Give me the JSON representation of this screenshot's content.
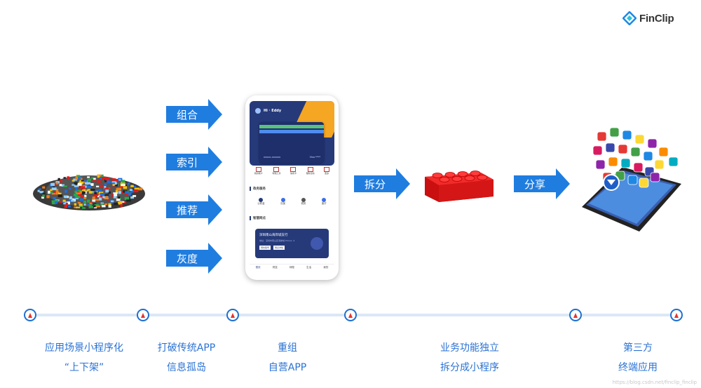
{
  "brand": {
    "name": "FinClip"
  },
  "left_arrows": [
    "组合",
    "索引",
    "推荐",
    "灰度"
  ],
  "split_arrow": "拆分",
  "share_arrow": "分享",
  "captions": [
    {
      "line1": "应用场景小程序化",
      "line2": "“上下架”"
    },
    {
      "line1": "打破传统APP",
      "line2": "信息孤岛"
    },
    {
      "line1": "重组",
      "line2": "自营APP"
    },
    {
      "line1": "业务功能独立",
      "line2": "拆分成小程序"
    },
    {
      "line1": "第三方",
      "line2": "终端应用"
    }
  ],
  "phone": {
    "greeting": "Hi · Eddy",
    "card_no": "xxxxx-xxxxxx",
    "card_brand": "Visa ****",
    "quick_icons": [
      "我的账户",
      "转账汇款",
      "信用卡",
      "理财活动",
      "更多"
    ],
    "service_title": "政务服务",
    "services": [
      "公积金",
      "社保",
      "税务",
      "医疗"
    ],
    "branch_title": "智慧网点",
    "branch_name": "深圳南山海岸城支行",
    "branch_addr": "地址：深圳市南山区海岸城 Phone: 4",
    "branch_btns": [
      "预约取号",
      "网点详情"
    ],
    "tabs": [
      "首页",
      "财富",
      "转账",
      "生活",
      "我的"
    ]
  },
  "watermark": "https://blog.csdn.net/finclip_finclip",
  "colors": {
    "accent": "#1f7de0",
    "timeline": "#dbe7f6",
    "brick": "#e01818",
    "caption": "#2a72d4"
  }
}
